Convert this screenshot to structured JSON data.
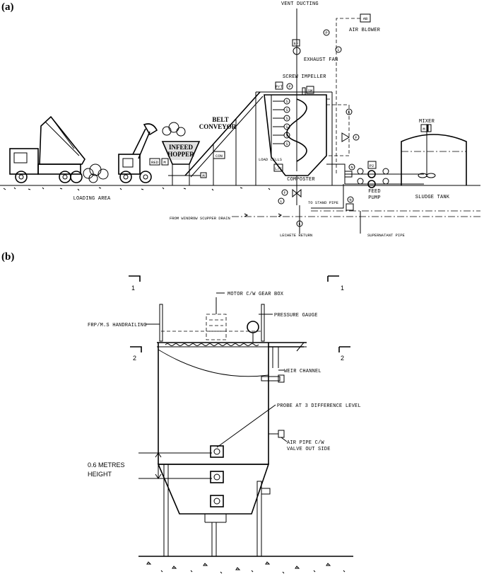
{
  "panel_a": {
    "label": "(a)",
    "vent_ducting": "VENT DUCTING",
    "air_blower": "AIR BLOWER",
    "ab_tag": "AB",
    "exhaust_fan": "EXHAUST FAN",
    "ef_tag": "EF",
    "screw_impeller": "SCREW IMPELLER",
    "prt_tag": "PrT",
    "sm_tag": "SM",
    "p_tag": "P",
    "belt_conveyor_1": "BELT",
    "belt_conveyor_2": "CONVEYOR",
    "infeed_1": "INFEED",
    "infeed_2": "HOPPER",
    "red_tag": "RED",
    "m_tag": "M",
    "con_tag": "CON",
    "load_cells": "LOAD CELLS",
    "lc_tag": "L/C",
    "composter": "COMPOSTER",
    "mixer": "MIXER",
    "feed_pump_1": "FEED",
    "feed_pump_2": "PUMP",
    "p2_tag": "P2",
    "sludge_tank": "SLUDGE TANK",
    "loading_area": "LOADING AREA",
    "to_stand_pipe": "TO STAND PIPE",
    "from_windrow": "FROM WINDROW SCUPPER DRAIN",
    "leachate_return": "LECHETE RETURN",
    "supernatant_pipe": "SUPERNATANT PIPE",
    "s_tag": "S",
    "l_tag": "L",
    "n_tag": "N",
    "f_tag": "F"
  },
  "panel_b": {
    "label": "(b)",
    "section_1": "1",
    "section_2": "2",
    "motor": "MOTOR C/W GEAR BOX",
    "pressure_gauge": "PRESSURE GAUGE",
    "handrailing": "FRP/M.S HANDRAILING",
    "weir_channel": "WEIR CHANNEL",
    "probe": "PROBE AT 3  DIFFERENCE LEVEL",
    "air_pipe_1": "AIR PIPE C/W",
    "air_pipe_2": "VALVE OUT SIDE",
    "height_1": "0.6 METRES",
    "height_2": "HEIGHT"
  }
}
